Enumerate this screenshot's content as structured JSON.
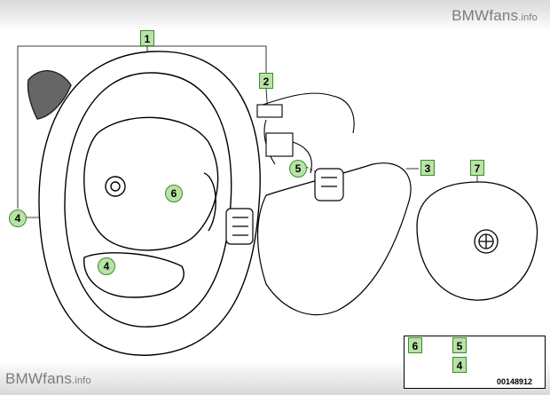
{
  "watermark": {
    "top_brand": "BMWfans",
    "top_suffix": ".info",
    "bottom_brand": "BMWfans",
    "bottom_suffix": ".info"
  },
  "callouts": {
    "steering_wheel": "1",
    "wiring_harness": "2",
    "trim_cover": "3",
    "left_grip": "4",
    "lower_spoke": "4",
    "multifunction_switch": "5",
    "hub_screw": "6",
    "airbag_module": "7"
  },
  "legend": {
    "screw_label": "6",
    "bolt_label_top": "5",
    "bolt_label_bottom": "4"
  },
  "document_number": "00148912"
}
